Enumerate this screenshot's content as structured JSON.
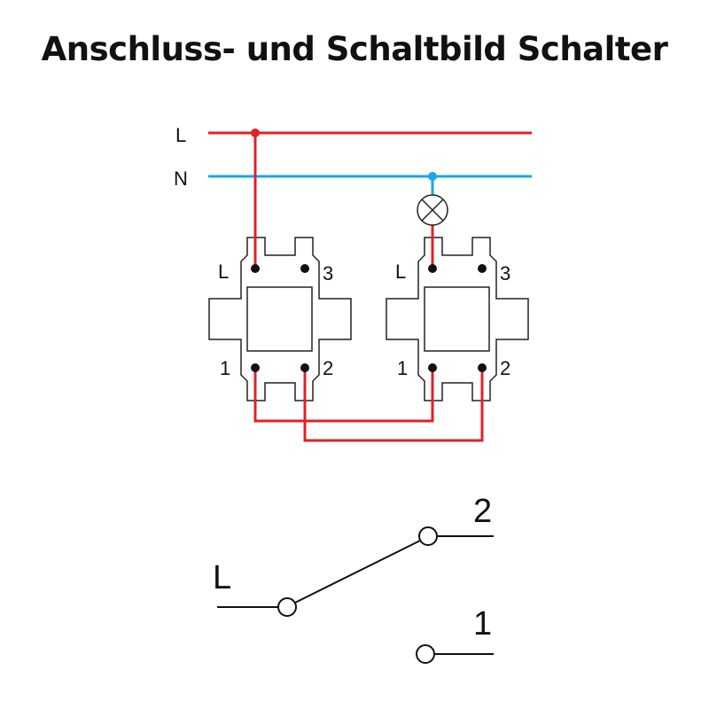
{
  "title": "Anschluss- und Schaltbild Schalter",
  "colors": {
    "phase": "#e0202a",
    "neutral": "#1ea6e0",
    "outline": "#222222"
  },
  "wiring": {
    "line_L": "L",
    "line_N": "N",
    "switches": [
      {
        "terminals": {
          "L": "L",
          "t3": "3",
          "t1": "1",
          "t2": "2"
        }
      },
      {
        "terminals": {
          "L": "L",
          "t3": "3",
          "t1": "1",
          "t2": "2"
        }
      }
    ],
    "lamp_icon": "lamp-icon"
  },
  "schematic": {
    "input": "L",
    "out2": "2",
    "out1": "1"
  }
}
